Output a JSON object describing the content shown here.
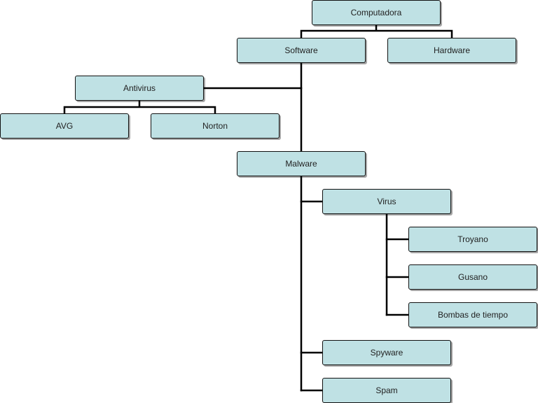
{
  "diagram": {
    "nodes": {
      "computadora": "Computadora",
      "software": "Software",
      "hardware": "Hardware",
      "antivirus": "Antivirus",
      "avg": "AVG",
      "norton": "Norton",
      "malware": "Malware",
      "virus": "Virus",
      "troyano": "Troyano",
      "gusano": "Gusano",
      "bombas": "Bombas de tiempo",
      "spyware": "Spyware",
      "spam": "Spam"
    },
    "colors": {
      "node_fill": "#bfe1e4",
      "node_border": "#111111",
      "connector": "#000000"
    }
  }
}
